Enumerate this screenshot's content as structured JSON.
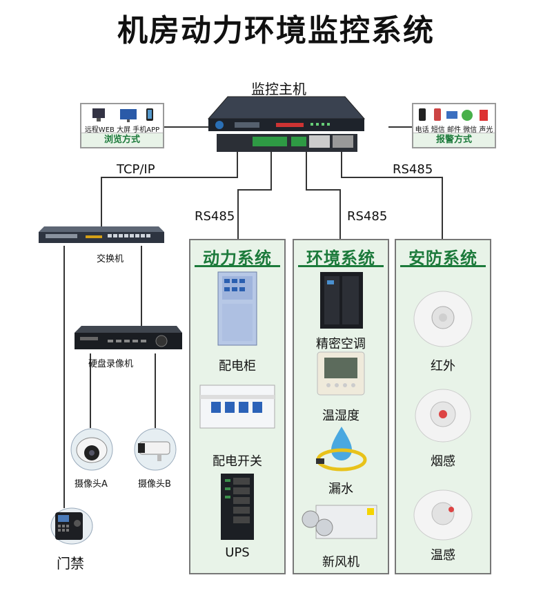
{
  "title": "机房动力环境监控系统",
  "host": {
    "label": "监控主机"
  },
  "browse": {
    "title": "浏览方式",
    "items": [
      "远程WEB",
      "大屏",
      "手机APP"
    ]
  },
  "alarm": {
    "title": "报警方式",
    "items": [
      "电话",
      "短信",
      "邮件",
      "微信",
      "声光"
    ]
  },
  "links": {
    "tcpip": "TCP/IP",
    "rs485_left": "RS485",
    "rs485_mid": "RS485",
    "rs485_right": "RS485"
  },
  "left_chain": {
    "switch": "交换机",
    "nvr": "硬盘录像机",
    "camA": "摄像头A",
    "camB": "摄像头B",
    "door": "门禁"
  },
  "systems": [
    {
      "title": "动力系统",
      "items": [
        "配电柜",
        "配电开关",
        "UPS"
      ]
    },
    {
      "title": "环境系统",
      "items": [
        "精密空调",
        "温湿度",
        "漏水",
        "新风机"
      ]
    },
    {
      "title": "安防系统",
      "items": [
        "红外",
        "烟感",
        "温感"
      ]
    }
  ]
}
